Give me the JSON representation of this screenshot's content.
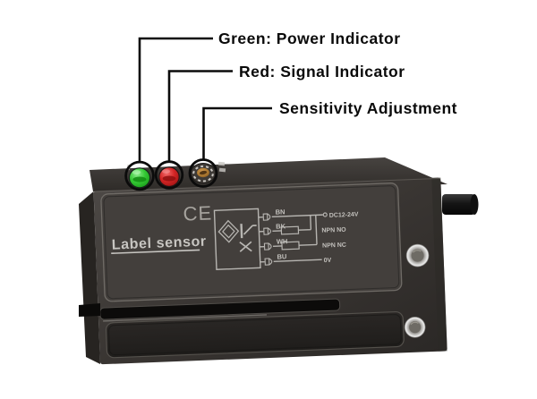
{
  "callouts": {
    "power": "Green: Power Indicator",
    "signal": "Red: Signal Indicator",
    "sensitivity": "Sensitivity Adjustment"
  },
  "device": {
    "product_label": "Label sensor",
    "ce_mark": "CE",
    "wiring_diagram": {
      "wire_labels": [
        "BN",
        "BK",
        "WH",
        "BU"
      ],
      "terminal_labels": [
        "DC12-24V",
        "NPN NO",
        "NPN NC",
        "0V"
      ]
    },
    "indicators": {
      "power_led_color": "#2fc32f",
      "signal_led_color": "#d32525",
      "pot_center_color": "#a9762f"
    },
    "body_color": "#3b3835"
  }
}
